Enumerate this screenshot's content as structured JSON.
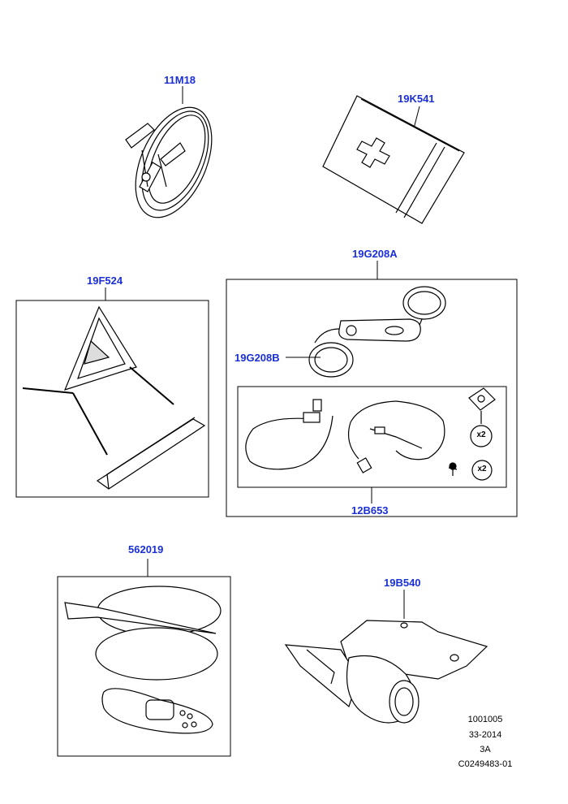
{
  "accent_color": "#1a2fd6",
  "parts": {
    "jump_leads": "11M18",
    "first_aid_kit": "19K541",
    "warning_triangle": "19F524",
    "battery_conditioner_kit": "19G208A",
    "battery_conditioner": "19G208B",
    "conditioner_harness": "12B653",
    "headrest_dvd_kit": "562019",
    "tow_hitch": "19B540"
  },
  "quantities": {
    "q1": "x2",
    "q2": "x2"
  },
  "reference": {
    "line1": "1001005",
    "line2": "33-2014",
    "line3": "3A",
    "line4": "C0249483-01"
  }
}
